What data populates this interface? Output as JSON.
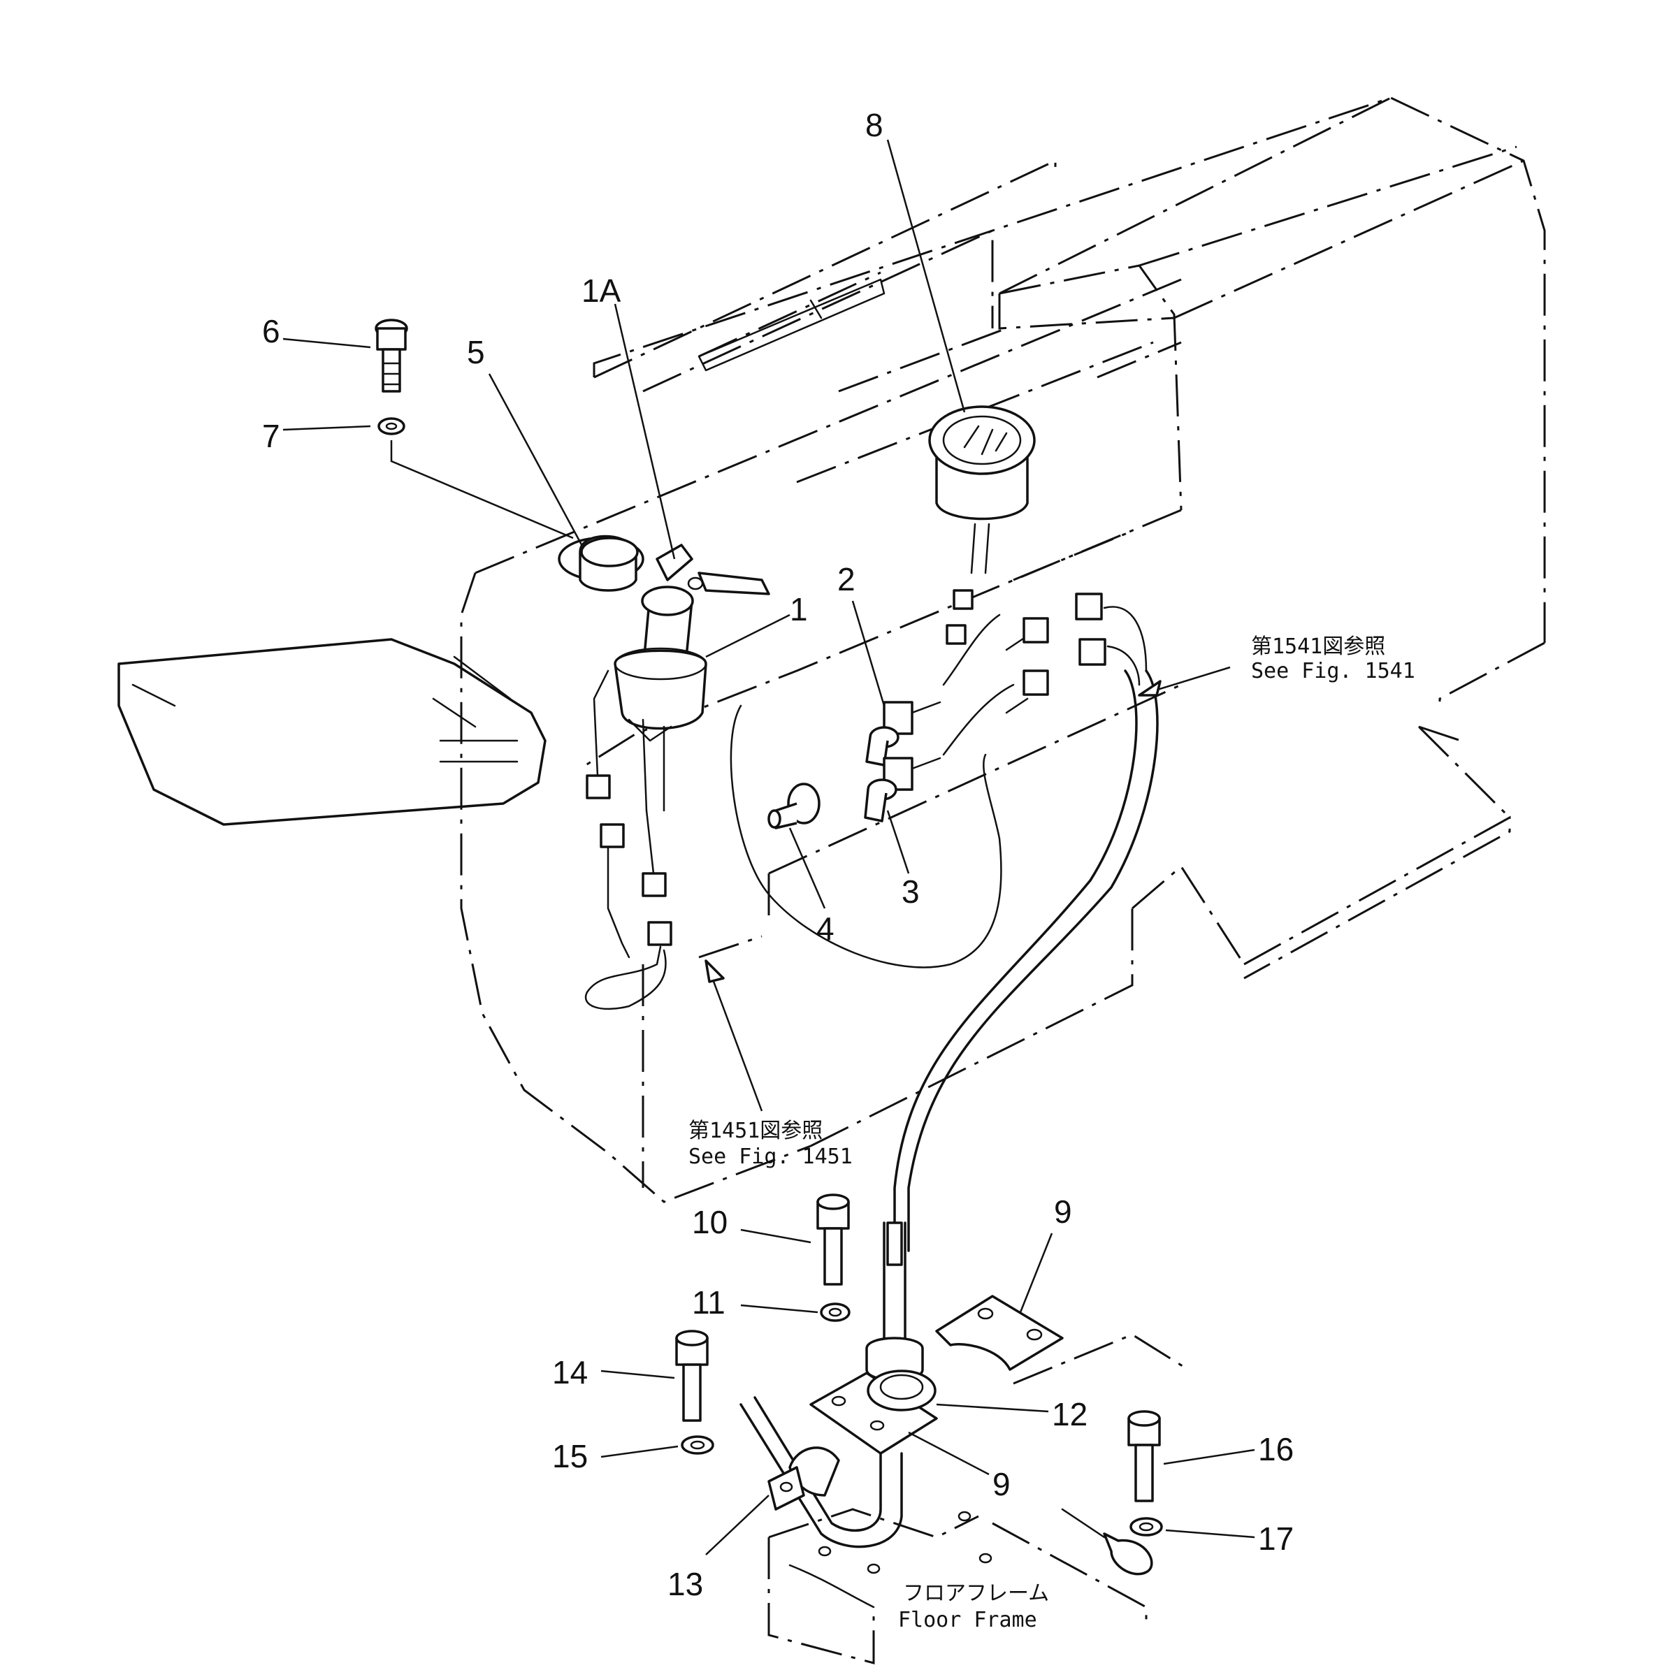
{
  "parts": {
    "p1": "1",
    "p1a": "1A",
    "p2": "2",
    "p3": "3",
    "p4": "4",
    "p5": "5",
    "p6": "6",
    "p7": "7",
    "p8": "8",
    "p9a": "9",
    "p9b": "9",
    "p10": "10",
    "p11": "11",
    "p12": "12",
    "p13": "13",
    "p14": "14",
    "p15": "15",
    "p16": "16",
    "p17": "17"
  },
  "references": {
    "fig1541_jp": "第1541図参照",
    "fig1541_en": "See Fig. 1541",
    "fig1451_jp": "第1451図参照",
    "fig1451_en": "See Fig. 1451"
  },
  "floor_frame": {
    "jp": "フロアフレーム",
    "en": "Floor Frame"
  }
}
